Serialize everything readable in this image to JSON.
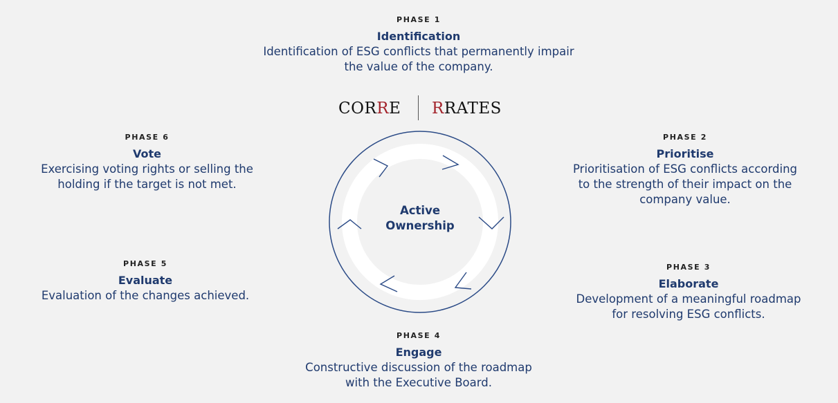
{
  "logo": {
    "left_text_a": "COR",
    "left_text_b": "R",
    "left_text_c": "E",
    "right_text_a": "R",
    "right_text_b": "RATES"
  },
  "center_label": "Active\nOwnership",
  "phases": [
    {
      "label": "PHASE 1",
      "title": "Identification",
      "description": "Identification of ESG conflicts that permanently impair\nthe value of the company."
    },
    {
      "label": "PHASE 2",
      "title": "Prioritise",
      "description": "Prioritisation of ESG conflicts according\nto the strength of their impact on the\ncompany value."
    },
    {
      "label": "PHASE 3",
      "title": "Elaborate",
      "description": "Development of a meaningful roadmap\nfor resolving ESG conflicts."
    },
    {
      "label": "PHASE 4",
      "title": "Engage",
      "description": "Constructive discussion of the roadmap\nwith the Executive Board."
    },
    {
      "label": "PHASE 5",
      "title": "Evaluate",
      "description": "Evaluation of the changes achieved."
    },
    {
      "label": "PHASE 6",
      "title": "Vote",
      "description": "Exercising voting rights or selling the\nholding if the target is not met."
    }
  ],
  "colors": {
    "text_navy": "#1f3a6e",
    "accent_red": "#a3242c",
    "background": "#f2f2f2",
    "cycle_ring": "#ffffff"
  }
}
